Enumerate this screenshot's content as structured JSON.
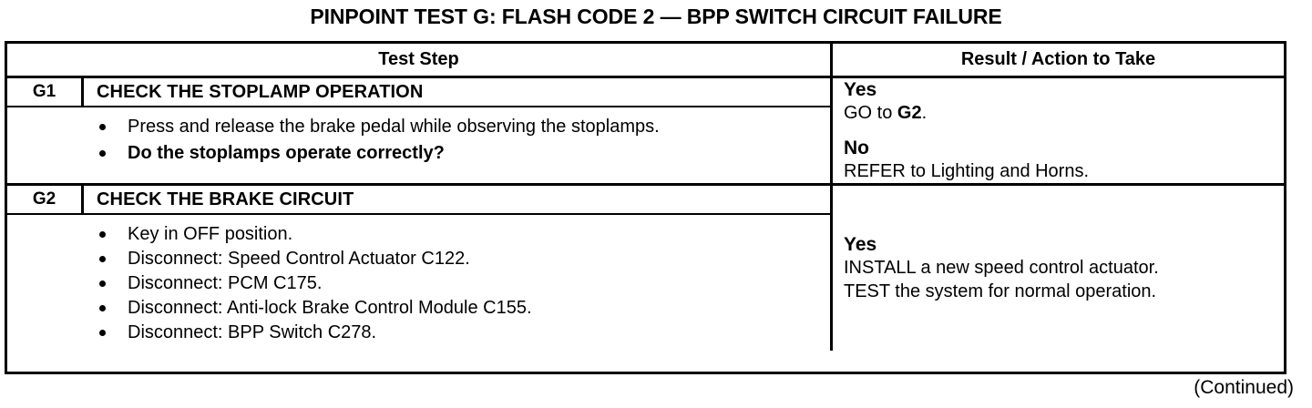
{
  "document": {
    "title": "PINPOINT TEST G: FLASH CODE 2 — BPP SWITCH CIRCUIT FAILURE",
    "footer_note": "(Continued)"
  },
  "table": {
    "headers": {
      "test_step": "Test Step",
      "result_action": "Result / Action to Take"
    },
    "steps": [
      {
        "code": "G1",
        "heading": "CHECK THE STOPLAMP OPERATION",
        "bullets": [
          {
            "text": "Press and release the brake pedal while observing the stoplamps.",
            "bold": false
          },
          {
            "text": "Do the stoplamps operate correctly?",
            "bold": true
          }
        ],
        "results": [
          {
            "answer": "Yes",
            "action_prefix": "GO to ",
            "action_bold": "G2",
            "action_suffix": "."
          },
          {
            "answer": "No",
            "action_prefix": "REFER to Lighting and Horns.",
            "action_bold": "",
            "action_suffix": ""
          }
        ]
      },
      {
        "code": "G2",
        "heading": "CHECK THE BRAKE CIRCUIT",
        "bullets": [
          {
            "text": "Key in OFF position.",
            "bold": false
          },
          {
            "text": "Disconnect: Speed Control Actuator C122.",
            "bold": false
          },
          {
            "text": "Disconnect: PCM C175.",
            "bold": false
          },
          {
            "text": "Disconnect: Anti-lock Brake Control Module C155.",
            "bold": false
          },
          {
            "text": "Disconnect: BPP Switch C278.",
            "bold": false
          }
        ],
        "results": [
          {
            "answer": "Yes",
            "action_line1": "INSTALL a new speed control actuator.",
            "action_line2": "TEST the system for normal operation."
          }
        ]
      }
    ]
  },
  "colors": {
    "ink": "#000000",
    "paper": "#ffffff"
  }
}
